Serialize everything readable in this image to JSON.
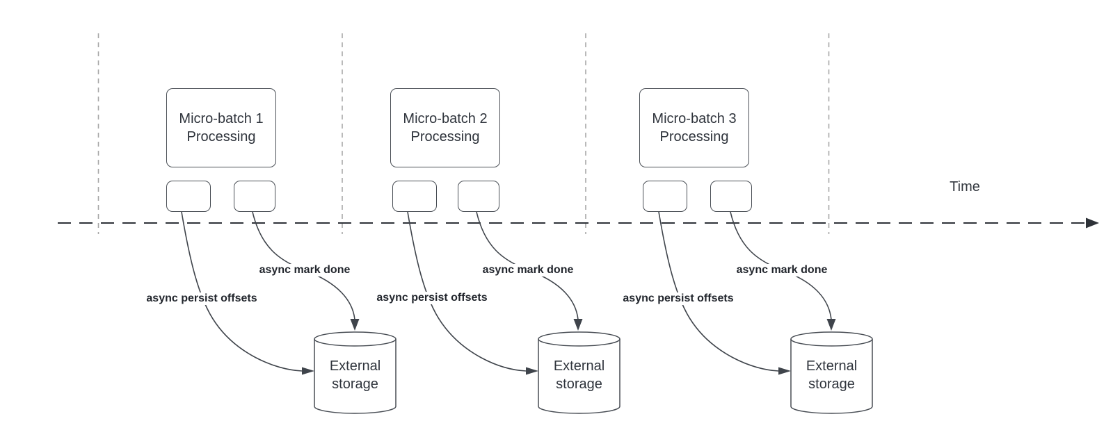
{
  "diagram": {
    "time_axis_label": "Time",
    "batches": [
      {
        "processing_label": "Micro-batch 1 Processing",
        "persist_label": "async persist offsets",
        "mark_done_label": "async mark done",
        "storage_label": "External storage"
      },
      {
        "processing_label": "Micro-batch 2 Processing",
        "persist_label": "async persist offsets",
        "mark_done_label": "async mark done",
        "storage_label": "External storage"
      },
      {
        "processing_label": "Micro-batch 3 Processing",
        "persist_label": "async persist offsets",
        "mark_done_label": "async mark done",
        "storage_label": "External storage"
      }
    ],
    "colors": {
      "ink": "#3f444b",
      "timeline": "#2e3238",
      "guide": "#a8a8a8",
      "background": "#ffffff"
    }
  }
}
